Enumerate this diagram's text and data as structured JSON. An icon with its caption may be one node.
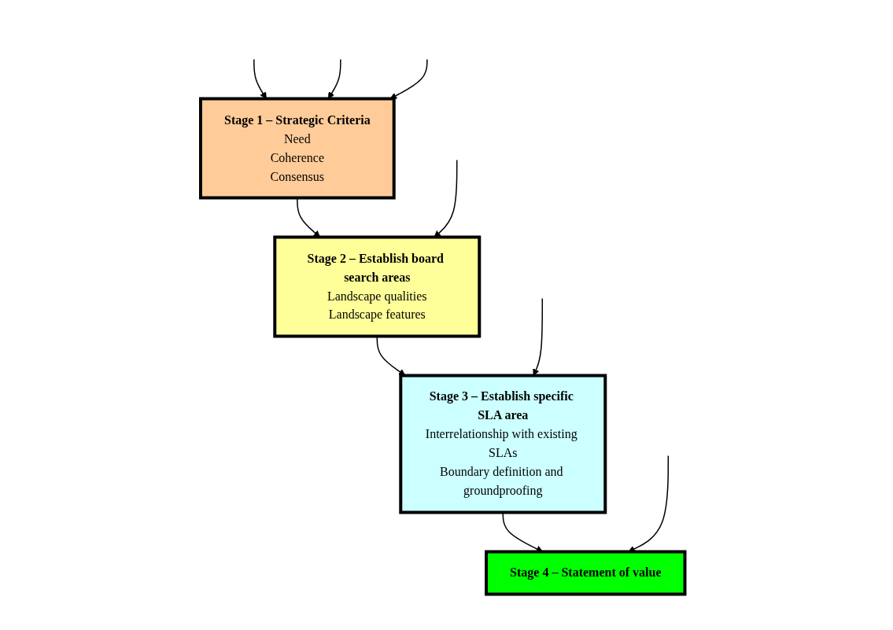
{
  "diagram": {
    "nodes": [
      {
        "text": [
          "Stage 1 – Strategic Criteria",
          "Need",
          "Coherence",
          "Consensus"
        ]
      },
      {
        "text": [
          "Stage 2 – Establish board search areas",
          "Landscape qualities",
          "Landscape features"
        ]
      },
      {
        "text": [
          "Stage 3 – Establish specific SLA area",
          "Interrelationship with existing SLAs",
          "Boundary definition and groundproofing"
        ]
      },
      {
        "text": [
          "Stage 4 – Statement of value"
        ]
      }
    ],
    "edges": [
      {
        "from": null,
        "to": 0,
        "arrow": "to"
      },
      {
        "from": null,
        "to": 0,
        "arrow": "to"
      },
      {
        "from": null,
        "to": 0,
        "arrow": "to"
      },
      {
        "from": 0,
        "to": 1,
        "arrow": "to"
      },
      {
        "from": null,
        "to": 1,
        "arrow": "to"
      },
      {
        "from": 1,
        "to": 2,
        "arrow": "to"
      },
      {
        "from": null,
        "to": 2,
        "arrow": "to"
      },
      {
        "from": 2,
        "to": 3,
        "arrow": "to"
      },
      {
        "from": null,
        "to": 3,
        "arrow": "to"
      }
    ]
  }
}
